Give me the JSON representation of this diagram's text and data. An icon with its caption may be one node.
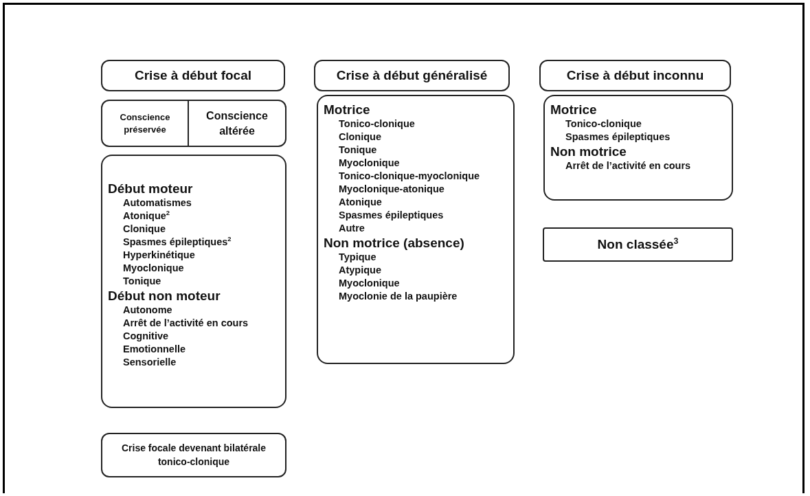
{
  "diagram": {
    "nodes": [
      {
        "text": [
          "Crise à début focal"
        ]
      },
      {
        "text": [],
        "shape": "box"
      },
      {
        "text": [
          "Conscience préservée"
        ],
        "in": 1
      },
      {
        "text": [
          "Conscience altérée"
        ],
        "in": 1
      },
      {
        "text": [
          "Début moteur",
          "Automatismes",
          "Atonique$^{2}$",
          "Clonique",
          "Spasmes épileptiques$^{2}$",
          "Hyperkinétique",
          "Myoclonique",
          "Tonique",
          "Début non moteur",
          "Autonome",
          "Arrêt de l’activité en cours",
          "Cognitive",
          "Emotionnelle",
          "Sensorielle"
        ]
      },
      {
        "text": [
          "Crise focale devenant bilatérale tonico-clonique"
        ]
      },
      {
        "text": [
          "Crise à début généralisé"
        ]
      },
      {
        "text": [
          "Motrice",
          "Tonico-clonique",
          "Clonique",
          "Tonique",
          "Myoclonique",
          "Tonico-clonique-myoclonique",
          "Myoclonique-atonique",
          "Atonique",
          "Spasmes épileptiques",
          "Autre",
          "Non motrice (absence)",
          "Typique",
          "Atypique",
          "Myoclonique",
          "Myoclonie de la paupière"
        ]
      },
      {
        "text": [
          "Crise à début inconnu"
        ]
      },
      {
        "text": [
          "Motrice",
          "Tonico-clonique",
          "Spasmes épileptiques",
          "Non motrice",
          "Arrêt de l’activité en cours"
        ]
      },
      {
        "text": [
          "Non classée$^{3}$"
        ]
      }
    ]
  }
}
